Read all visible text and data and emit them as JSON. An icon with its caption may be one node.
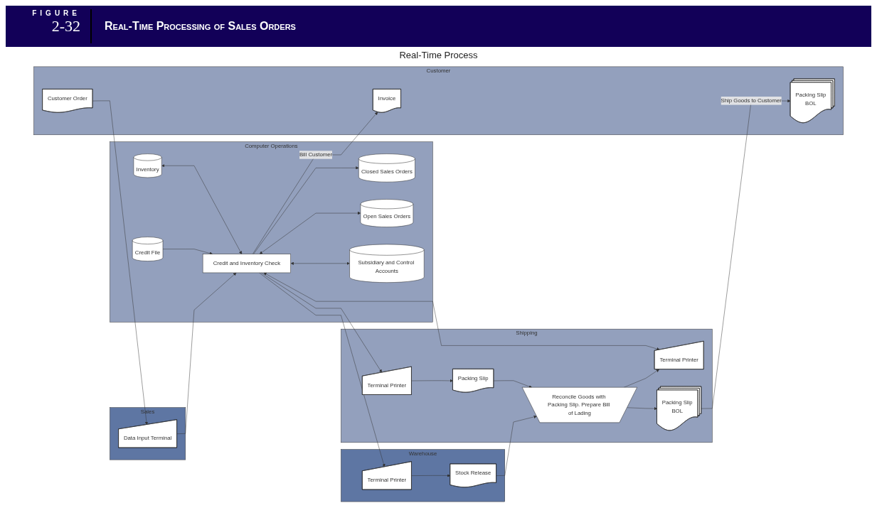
{
  "diagram": {
    "title": "Real-Time Processing of Sales Orders",
    "nodes": [
      {
        "text": [
          "Customer"
        ]
      },
      {
        "text": [
          "Sales"
        ]
      },
      {
        "text": [
          "Computer Operations"
        ]
      },
      {
        "text": [
          "Warehouse"
        ]
      },
      {
        "text": [
          "Shipping"
        ]
      },
      {
        "text": [
          "Customer Order"
        ],
        "in": 0
      },
      {
        "text": [
          "Invoice"
        ],
        "in": 0
      },
      {
        "text": [
          "Packing Slip",
          "BOL"
        ],
        "in": 0
      },
      {
        "text": [
          "Data Input Terminal"
        ],
        "in": 1
      },
      {
        "text": [
          "Credit File"
        ],
        "in": 2
      },
      {
        "text": [
          "Inventory"
        ],
        "in": 2
      },
      {
        "text": [
          "Credit and Inventory Check"
        ],
        "in": 2
      },
      {
        "text": [
          "Closed Sales Orders"
        ],
        "in": 2
      },
      {
        "text": [
          "Open Sales Orders"
        ],
        "in": 2
      },
      {
        "text": [
          "Subsidiary and Control Accounts"
        ],
        "in": 2
      },
      {
        "text": [
          "Terminal Printer"
        ],
        "in": 3
      },
      {
        "text": [
          "Stock Release"
        ],
        "in": 3
      },
      {
        "text": [
          "Terminal Printer"
        ],
        "in": 4
      },
      {
        "text": [
          "Packing Slip"
        ],
        "in": 4
      },
      {
        "text": [
          "Reconcile Goods with Packing Slip. Prepare Bill of Lading"
        ],
        "in": 4
      },
      {
        "text": [
          "Terminal Printer"
        ],
        "in": 4
      },
      {
        "text": [
          "Packing Slip",
          "BOL"
        ],
        "in": 4
      }
    ],
    "edges": [
      {
        "from": 5,
        "to": 8,
        "arrow": "to"
      },
      {
        "from": 8,
        "to": 11,
        "arrow": "to"
      },
      {
        "from": 9,
        "to": 11,
        "arrow": "to"
      },
      {
        "from": 10,
        "to": 11,
        "arrow": "both"
      },
      {
        "from": 11,
        "to": 6,
        "arrow": "to",
        "label": "Bill Customer"
      },
      {
        "from": 11,
        "to": 15,
        "arrow": "to"
      },
      {
        "from": 11,
        "to": 17,
        "arrow": "to"
      },
      {
        "from": 11,
        "to": 12,
        "arrow": "to"
      },
      {
        "from": 11,
        "to": 13,
        "arrow": "both"
      },
      {
        "from": 11,
        "to": 14,
        "arrow": "both"
      },
      {
        "from": 20,
        "to": 11,
        "arrow": "both"
      },
      {
        "from": 15,
        "to": 16,
        "arrow": "to"
      },
      {
        "from": 17,
        "to": 18,
        "arrow": "to"
      },
      {
        "from": 16,
        "to": 19,
        "arrow": "to"
      },
      {
        "from": 18,
        "to": 19,
        "arrow": "to"
      },
      {
        "from": 19,
        "to": 20,
        "arrow": "to"
      },
      {
        "from": 19,
        "to": 21,
        "arrow": "to"
      },
      {
        "from": 21,
        "to": 7,
        "arrow": "to",
        "label": "Ship Goods to Customer"
      }
    ],
    "labels": [
      "FIGURE",
      "2-32",
      "Real-Time Process"
    ]
  }
}
